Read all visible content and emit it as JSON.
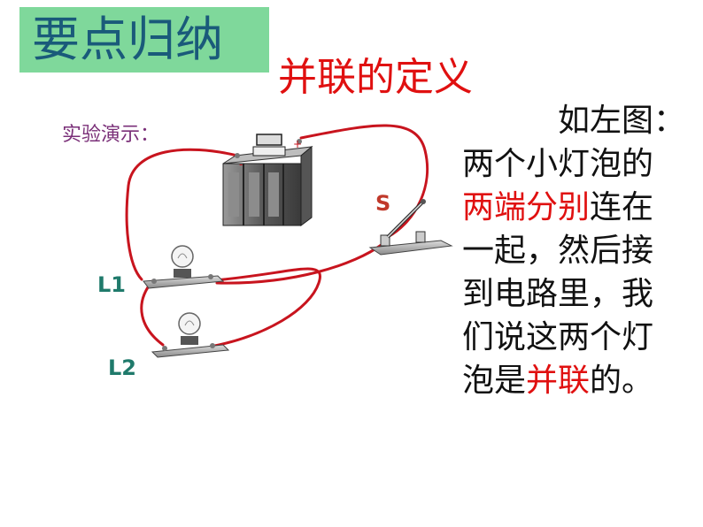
{
  "slide": {
    "title": "要点归纳",
    "subtitle": "并联的定义",
    "demo_label": "实验演示："
  },
  "paragraph": {
    "line1": "如左图：",
    "line2": "两个小灯泡的",
    "line3_red": "两端分别",
    "line3_rest": "连在",
    "line4": "一起，然后接",
    "line5": "到电路里，我",
    "line6": "们说这两个灯",
    "line7_a": "泡是",
    "line7_red": "并联",
    "line7_b": "的。"
  },
  "circuit": {
    "switch_label": "S",
    "bulb1_label": "L1",
    "bulb2_label": "L2",
    "battery_minus": "-",
    "battery_plus": "+"
  },
  "colors": {
    "title_bg": "#7fd89b",
    "title_text": "#1a5a7a",
    "red": "#e01010",
    "purple": "#7a2f78",
    "label_teal": "#1f7a6b",
    "wire": "#c8141e"
  }
}
